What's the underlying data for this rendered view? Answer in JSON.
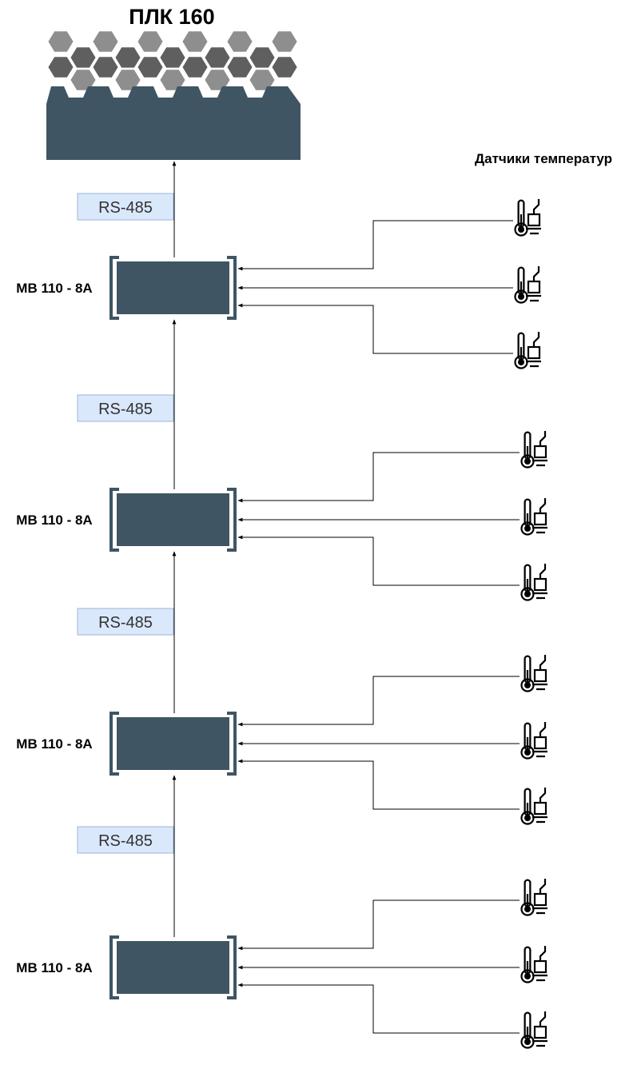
{
  "plc": {
    "title": "ПЛК 160"
  },
  "sensors_title": "Датчики температур",
  "modules": [
    {
      "label": "МВ 110 - 8А",
      "bus_label": "RS-485",
      "sensors": 3
    },
    {
      "label": "МВ 110 - 8А",
      "bus_label": "RS-485",
      "sensors": 3
    },
    {
      "label": "МВ 110 - 8А",
      "bus_label": "RS-485",
      "sensors": 3
    },
    {
      "label": "МВ 110 - 8А",
      "bus_label": "RS-485",
      "sensors": 3
    }
  ],
  "colors": {
    "device": "#3f5563",
    "hex_dark": "#5f5f5f",
    "hex_light": "#8e8e8e",
    "label_fill": "#dae8fc",
    "label_stroke": "#9db5d6",
    "icon": "#000000"
  },
  "icons": {
    "sensor": "thermometer-sensor-icon"
  }
}
